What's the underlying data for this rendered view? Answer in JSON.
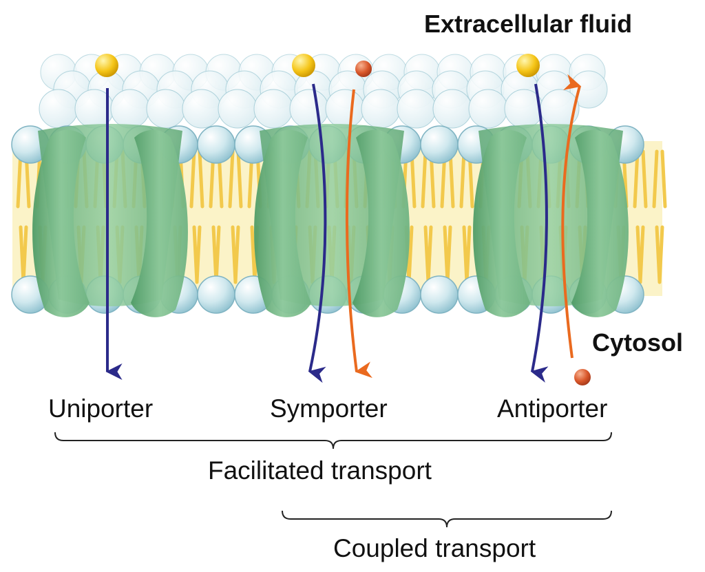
{
  "regions": {
    "extracellular": "Extracellular fluid",
    "cytosol": "Cytosol"
  },
  "transporters": [
    {
      "id": "uniporter",
      "label": "Uniporter"
    },
    {
      "id": "symporter",
      "label": "Symporter"
    },
    {
      "id": "antiporter",
      "label": "Antiporter"
    }
  ],
  "groups": {
    "facilitated": "Facilitated transport",
    "coupled": "Coupled transport"
  },
  "colors": {
    "protein": "#7fbf8f",
    "lipid_head": "#b9dde6",
    "lipid_tail": "#f2c94c",
    "core": "#fbf3c8",
    "arrow_blue": "#2b2a8a",
    "arrow_orange": "#ea6a1f",
    "solute_yellow": "#f5c518",
    "solute_orange": "#d9572a"
  }
}
